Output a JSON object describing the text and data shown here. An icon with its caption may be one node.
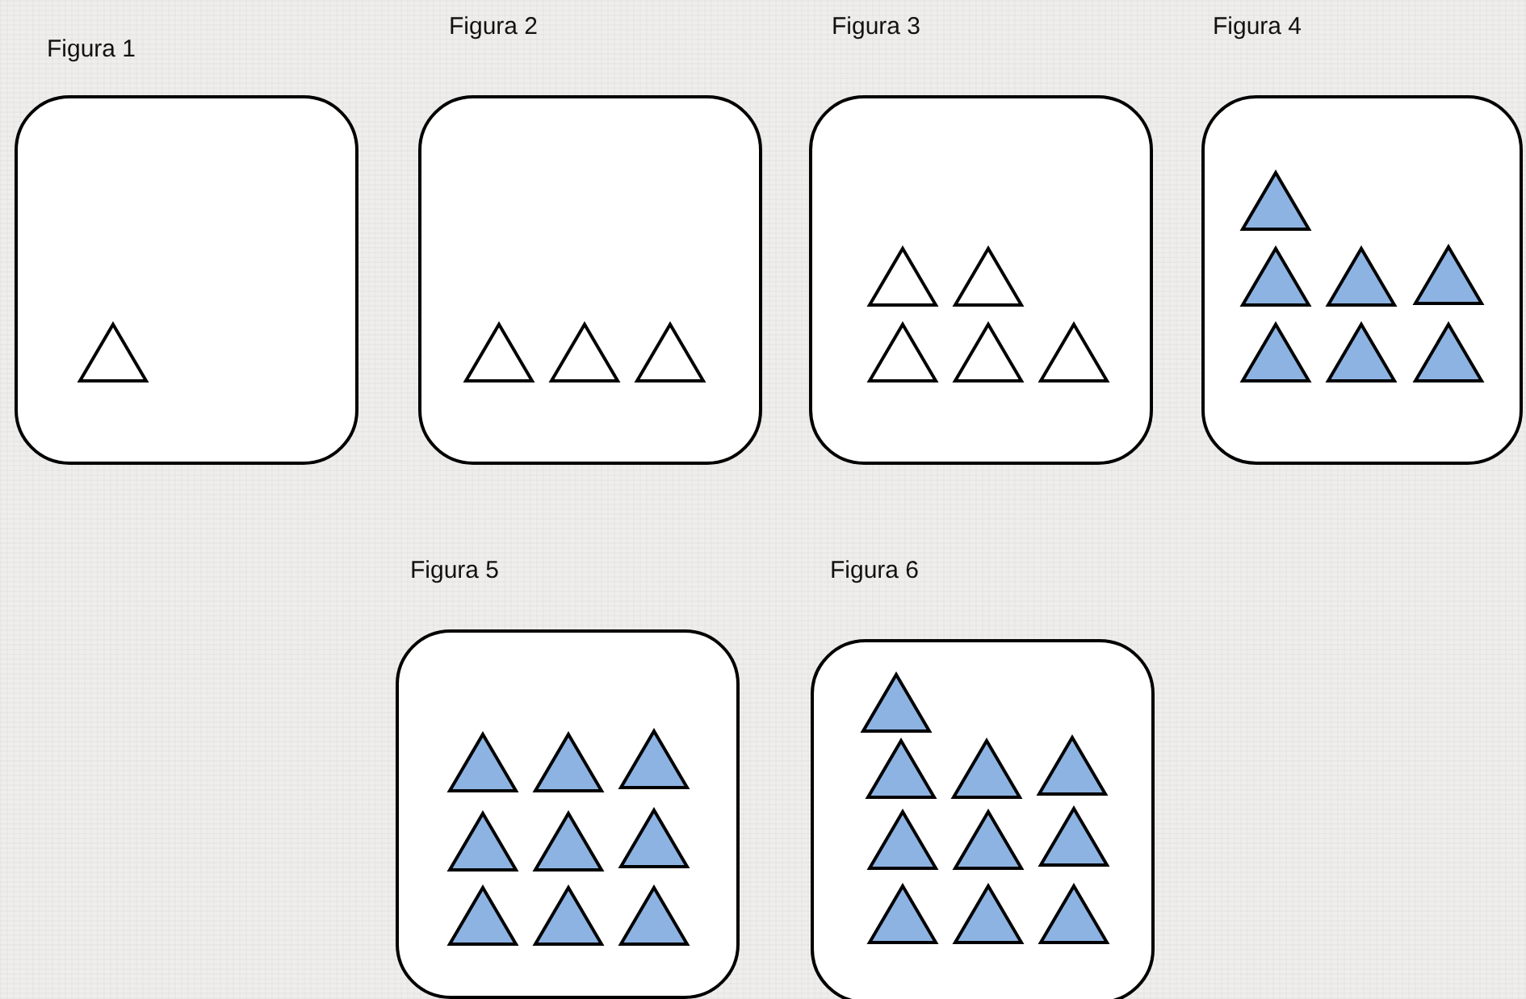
{
  "diagram": {
    "nodes": [
      {
        "text": [
          "Figura 1"
        ]
      },
      {
        "text": [
          "Figura 2"
        ]
      },
      {
        "text": [
          "Figura 3"
        ]
      },
      {
        "text": [
          "Figura 4"
        ]
      },
      {
        "text": [
          "Figura 5"
        ]
      },
      {
        "text": [
          "Figura 6"
        ]
      }
    ]
  }
}
